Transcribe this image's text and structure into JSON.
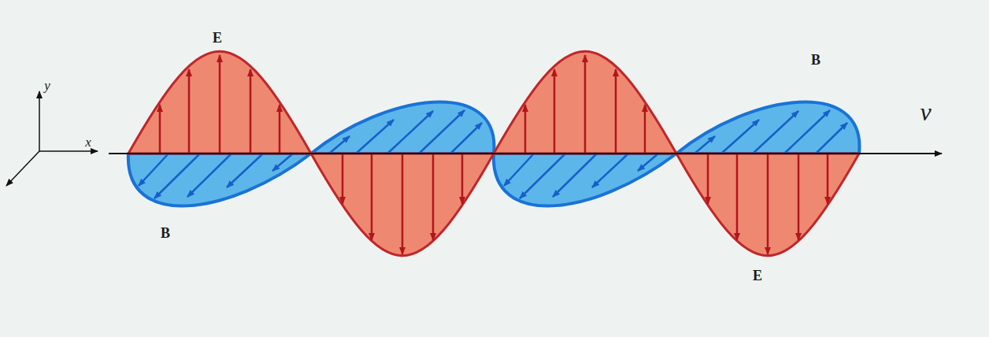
{
  "diagram": {
    "labels": [
      "E",
      "y",
      "B",
      "v⃗",
      "x",
      "B",
      "E"
    ]
  }
}
